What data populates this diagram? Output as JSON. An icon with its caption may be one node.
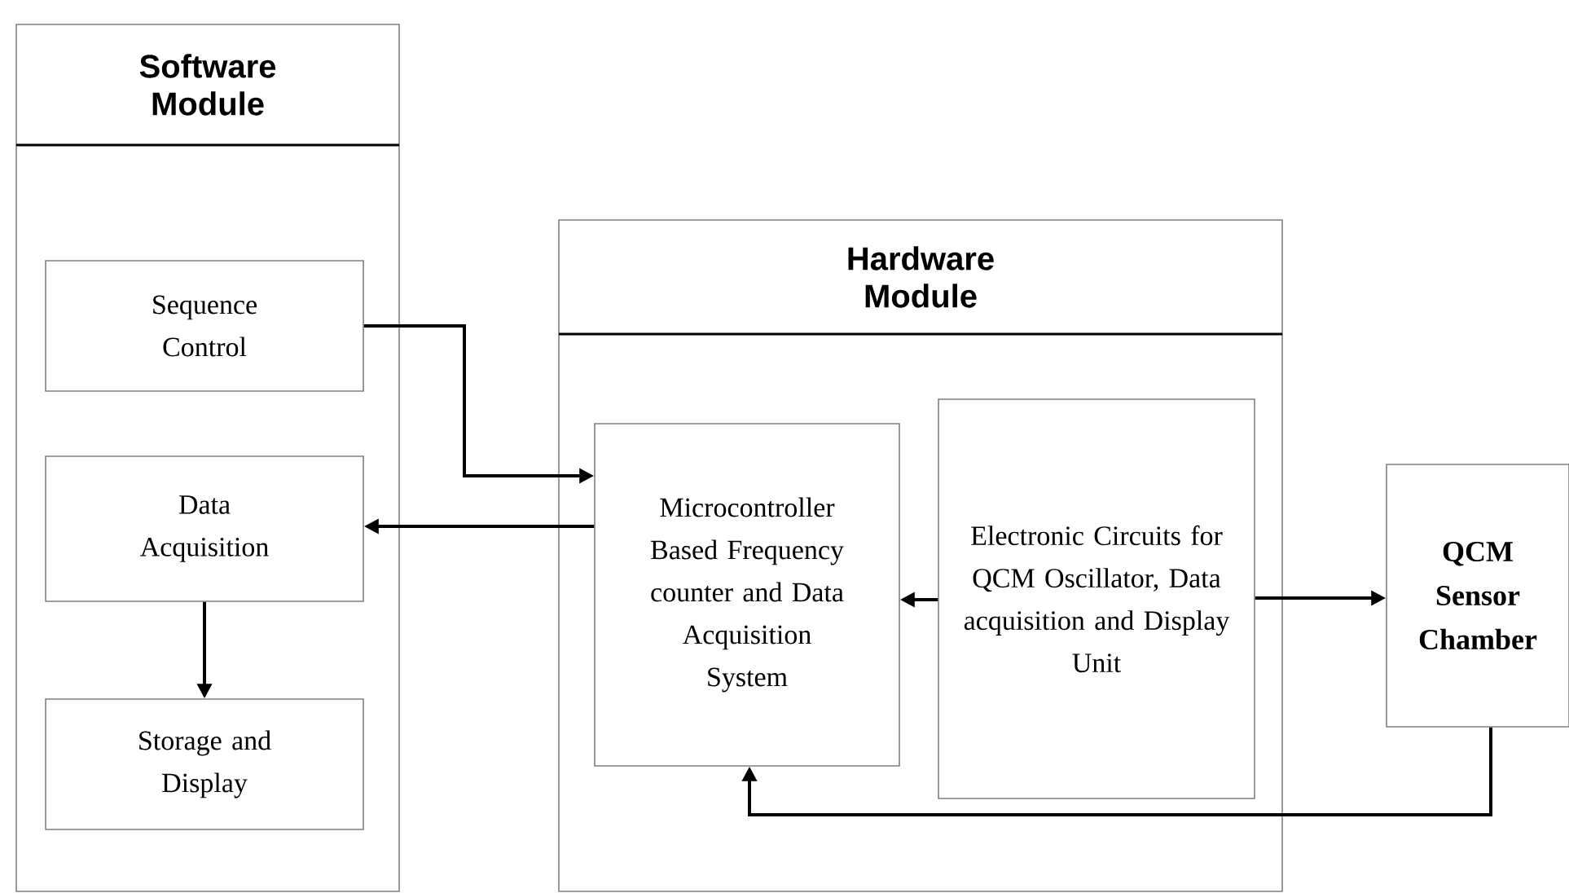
{
  "diagram": {
    "nodes": [
      {
        "text": [
          "Software Module"
        ]
      },
      {
        "text": [
          "Sequence Control"
        ],
        "in": 0
      },
      {
        "text": [
          "Data Acquisition"
        ],
        "in": 0
      },
      {
        "text": [
          "Storage and Display"
        ],
        "in": 0
      },
      {
        "text": [
          "Hardware Module"
        ]
      },
      {
        "text": [
          "Microcontroller Based Frequency counter and Data Acquisition System"
        ],
        "in": 4
      },
      {
        "text": [
          "Electronic Circuits for QCM Oscillator, Data acquisition and Display Unit"
        ],
        "in": 4
      },
      {
        "text": [
          "QCM Sensor Chamber"
        ]
      }
    ],
    "edges": [
      {
        "from": 1,
        "to": 5,
        "arrow": "to"
      },
      {
        "from": 5,
        "to": 2,
        "arrow": "to"
      },
      {
        "from": 2,
        "to": 3,
        "arrow": "to"
      },
      {
        "from": 6,
        "to": 5,
        "arrow": "to"
      },
      {
        "from": 6,
        "to": 7,
        "arrow": "to"
      },
      {
        "from": 7,
        "to": 5,
        "arrow": "to"
      }
    ]
  }
}
